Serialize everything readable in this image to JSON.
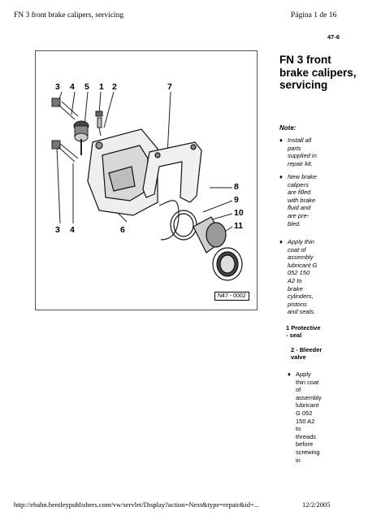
{
  "header": {
    "doc_title": "FN 3 front brake calipers, servicing",
    "page_info": "Página 1 de 16"
  },
  "section_code": "47-6",
  "figure": {
    "labels_top": [
      "3",
      "4",
      "5",
      "1",
      "2",
      "7"
    ],
    "labels_right": [
      "8",
      "9",
      "10",
      "11"
    ],
    "labels_bottom": [
      "3",
      "4",
      "6"
    ],
    "figure_code": "N47 - 0002"
  },
  "title": "FN 3 front brake calipers, servicing",
  "note": {
    "label": "Note:",
    "bullets": [
      "Install all\nparts\nsupplied in\nrepair kit.",
      "New brake\ncalipers\nare filled\nwith brake\nfluid and\nare pre-\nbled.",
      "Apply thin\ncoat of\nassembly\nlubricant G\n052 150\nA2 to\nbrake\ncylinders,\npistons\nand seals."
    ]
  },
  "items": [
    {
      "label": "1 Protective\n- seal"
    },
    {
      "label": "2 - Bleeder\nvalve",
      "bullet": "Apply\nthin coat\nof\nassembly\nlubricant\nG 052\n150 A2\nto\nthreads\nbefore\nscrewing\nin"
    }
  ],
  "footer": {
    "url": "http://ebahn.bentleypublishers.com/vw/servlet/Display?action=Next&type=repair&id=...",
    "date": "12/2/2005"
  },
  "icons": {
    "bullet": "diamond-bullet-icon"
  }
}
